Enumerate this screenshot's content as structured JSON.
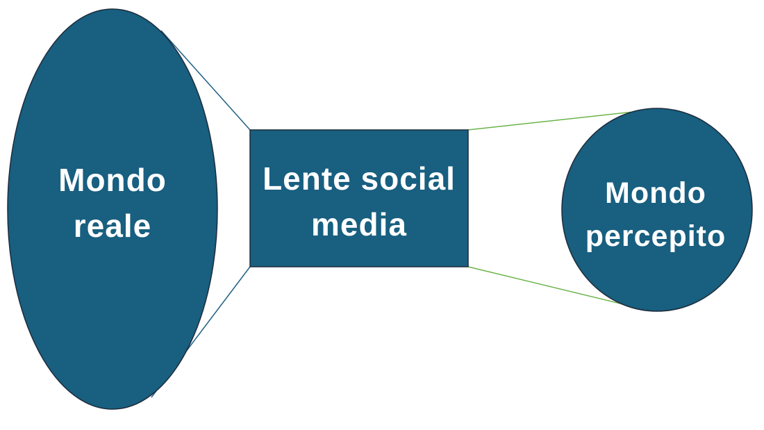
{
  "colors": {
    "shape_fill": "#185f80",
    "shape_stroke": "#1d2b3a",
    "left_connector": "#1f5f85",
    "right_connector": "#6bb34a",
    "text": "#ffffff"
  },
  "nodes": {
    "real_world": {
      "line1": "Mondo",
      "line2": "reale"
    },
    "lens": {
      "line1": "Lente social",
      "line2": "media"
    },
    "perceived_world": {
      "line1": "Mondo",
      "line2": "percepito"
    }
  }
}
